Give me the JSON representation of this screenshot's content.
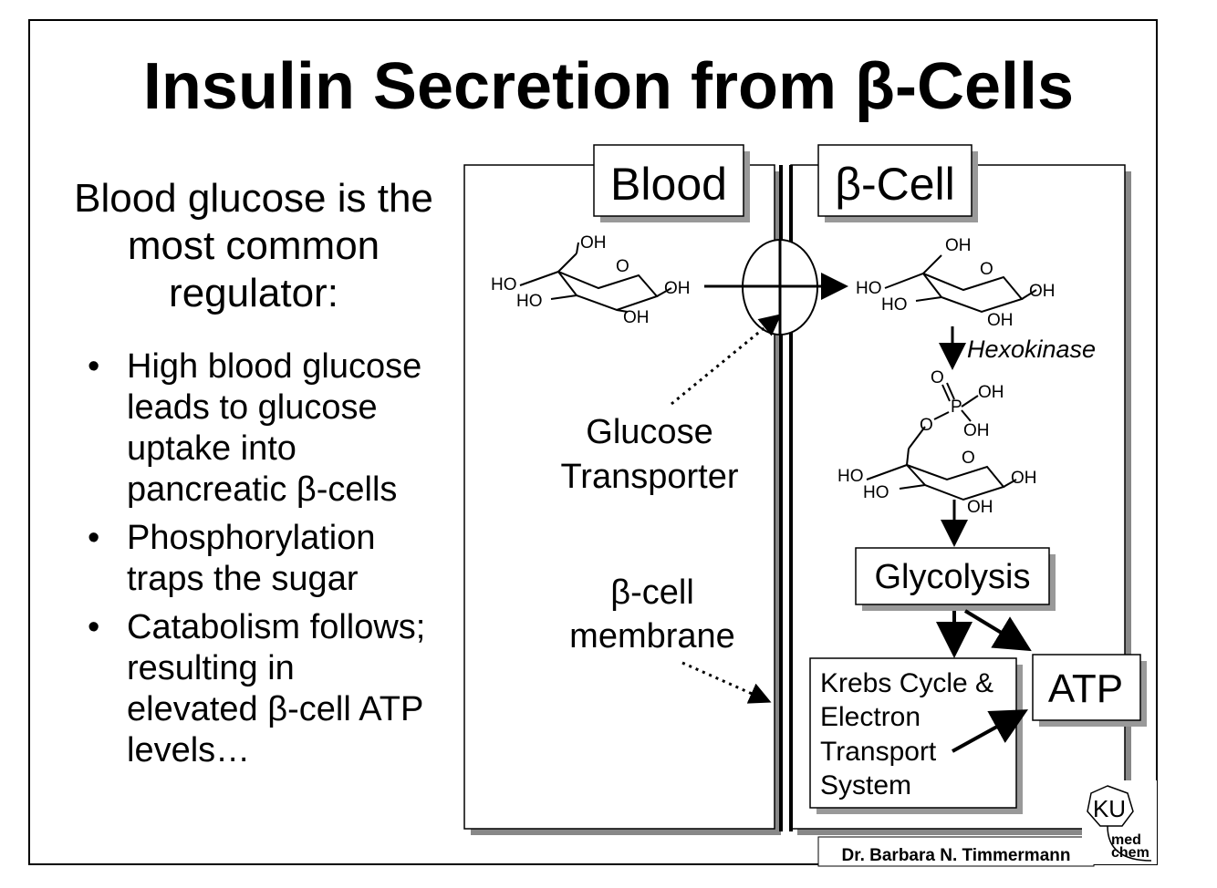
{
  "title": "Insulin Secretion from β-Cells",
  "intro": "Blood glucose is the most common regulator:",
  "bullets": [
    "High blood glucose leads to glucose uptake into pancreatic β-cells",
    "Phosphorylation traps the sugar",
    "Catabolism follows; resulting in elevated β-cell ATP levels…"
  ],
  "bullet_glyph": "•",
  "diagram": {
    "blood_label": "Blood",
    "bcell_label": "β-Cell",
    "glucose_transporter_label": [
      "Glucose",
      "Transporter"
    ],
    "membrane_label": [
      "β-cell",
      "membrane"
    ],
    "hexokinase_label": "Hexokinase",
    "glycolysis_label": "Glycolysis",
    "atp_label": "ATP",
    "krebs_label": [
      "Krebs Cycle &",
      "Electron",
      "Transport",
      "System"
    ],
    "credit": "Dr. Barbara N. Timmermann",
    "logo": {
      "ku": "KU",
      "med": "med",
      "chem": "chem"
    },
    "molecule_labels": {
      "oh": "OH",
      "ho": "HO",
      "o": "O",
      "p": "P"
    }
  }
}
